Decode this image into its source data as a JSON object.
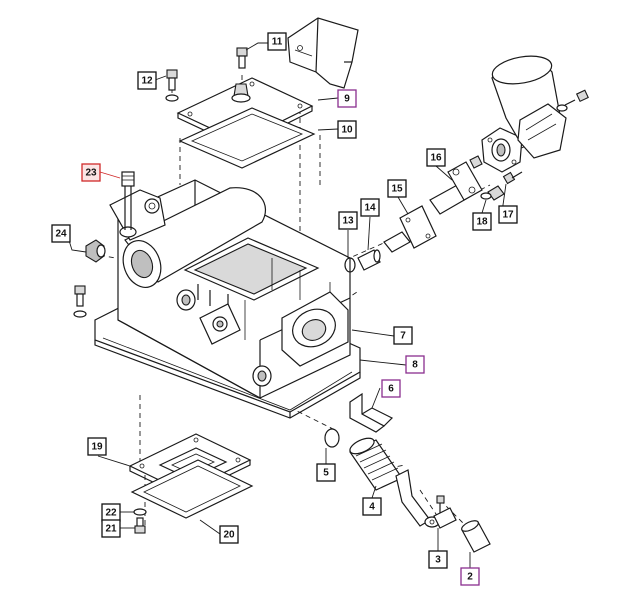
{
  "diagram": {
    "callouts": [
      {
        "id": "c2",
        "label": "2",
        "style": "purple"
      },
      {
        "id": "c3",
        "label": "3",
        "style": "plain"
      },
      {
        "id": "c4",
        "label": "4",
        "style": "plain"
      },
      {
        "id": "c5",
        "label": "5",
        "style": "plain"
      },
      {
        "id": "c6",
        "label": "6",
        "style": "purple"
      },
      {
        "id": "c7",
        "label": "7",
        "style": "plain"
      },
      {
        "id": "c8",
        "label": "8",
        "style": "purple"
      },
      {
        "id": "c9",
        "label": "9",
        "style": "purple"
      },
      {
        "id": "c10",
        "label": "10",
        "style": "plain"
      },
      {
        "id": "c11",
        "label": "11",
        "style": "plain"
      },
      {
        "id": "c12",
        "label": "12",
        "style": "plain"
      },
      {
        "id": "c13",
        "label": "13",
        "style": "plain"
      },
      {
        "id": "c14",
        "label": "14",
        "style": "plain"
      },
      {
        "id": "c15",
        "label": "15",
        "style": "plain"
      },
      {
        "id": "c16",
        "label": "16",
        "style": "plain"
      },
      {
        "id": "c17",
        "label": "17",
        "style": "plain"
      },
      {
        "id": "c18",
        "label": "18",
        "style": "plain"
      },
      {
        "id": "c19",
        "label": "19",
        "style": "plain"
      },
      {
        "id": "c20",
        "label": "20",
        "style": "plain"
      },
      {
        "id": "c21",
        "label": "21",
        "style": "plain"
      },
      {
        "id": "c22",
        "label": "22",
        "style": "plain"
      },
      {
        "id": "c23",
        "label": "23",
        "style": "red"
      },
      {
        "id": "c24",
        "label": "24",
        "style": "plain"
      }
    ],
    "colors": {
      "line": "#1a1a1a",
      "highlight_purple": "#8a2e8e",
      "highlight_red": "#d02a2a",
      "part_fill": "#d9d9d9"
    }
  }
}
